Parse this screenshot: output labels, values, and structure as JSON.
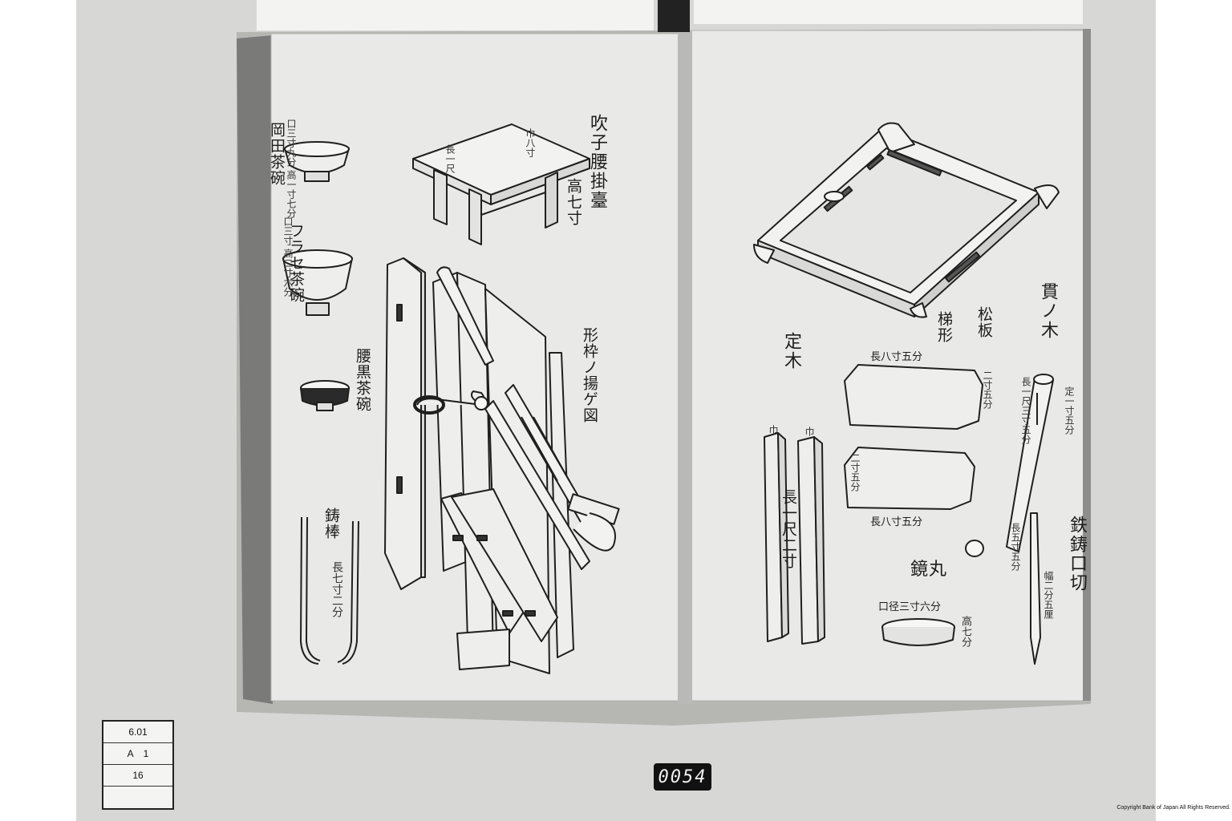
{
  "left_page": {
    "labels": {
      "okada_bowl": "岡田茶碗",
      "okada_bowl_dims": "口三寸九分 高一寸七分",
      "furase_bowl": "フラセ茶碗",
      "furase_bowl_dims": "口三寸 高二寸六分",
      "kuro_bowl": "腰黒茶碗",
      "ladle_rod": "鋳棒",
      "ladle_rod_dims": "長七寸二分",
      "stand_title": "吹子腰掛臺",
      "stand_height": "高七寸",
      "stand_top_left": "長一尺",
      "stand_top_right": "巾八寸",
      "frame_title": "形枠ノ揚ゲ図"
    }
  },
  "right_page": {
    "labels": {
      "nuki_title": "貫ノ木",
      "pine_board": "松板",
      "ladder_form": "梯形",
      "jogi_title": "定木",
      "jogi_dims_left": "長一尺二寸",
      "jogi_top_a": "巾",
      "jogi_top_b": "巾",
      "board_top": "長八寸五分",
      "board_side1": "二寸五分",
      "board_side2": "二寸五分",
      "board_bottom": "長八寸五分",
      "rod_dims": "長一尺三寸五分",
      "rod_side": "定一寸五分",
      "mirror_title": "鏡丸",
      "mirror_dims": "口径三寸六分",
      "mirror_height": "高七分",
      "chisel_title": "鉄鋳口切",
      "chisel_dims": "長五寸五分",
      "chisel_width": "幅二分五厘"
    }
  },
  "call_card": {
    "row1": "6.01",
    "row2_a": "A",
    "row2_b": "1",
    "row3": "16"
  },
  "frame_number": "0054",
  "copyright": "Copyright Bank of Japan All Rights Reserved."
}
